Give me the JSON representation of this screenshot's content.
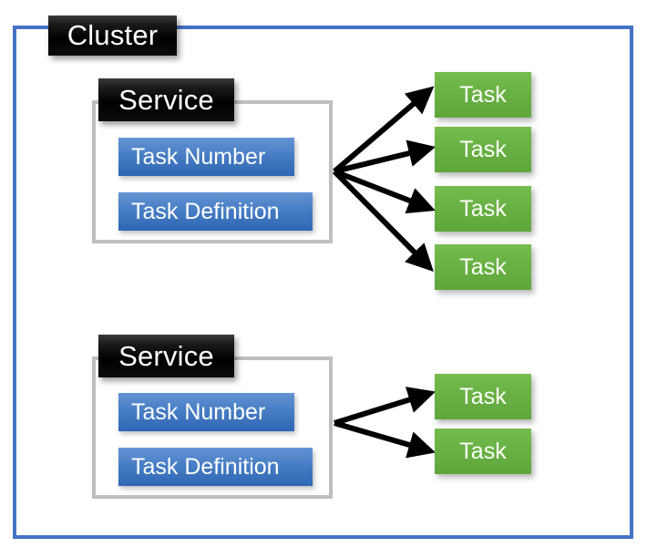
{
  "diagram": {
    "title": "Cluster",
    "palette": {
      "cluster_border": "#4472C4",
      "service_border": "#BFBFBF",
      "chip_background": "#000000",
      "blue_box": "#4A80C6",
      "green_box": "#6BB345",
      "arrow": "#000000",
      "page_background": "#FFFFFF"
    },
    "cluster": {
      "label": "Cluster",
      "services": [
        {
          "label": "Service",
          "attributes": [
            {
              "label": "Task Number"
            },
            {
              "label": "Task Definition"
            }
          ],
          "tasks": [
            {
              "label": "Task"
            },
            {
              "label": "Task"
            },
            {
              "label": "Task"
            },
            {
              "label": "Task"
            }
          ]
        },
        {
          "label": "Service",
          "attributes": [
            {
              "label": "Task Number"
            },
            {
              "label": "Task Definition"
            }
          ],
          "tasks": [
            {
              "label": "Task"
            },
            {
              "label": "Task"
            }
          ]
        }
      ]
    }
  }
}
